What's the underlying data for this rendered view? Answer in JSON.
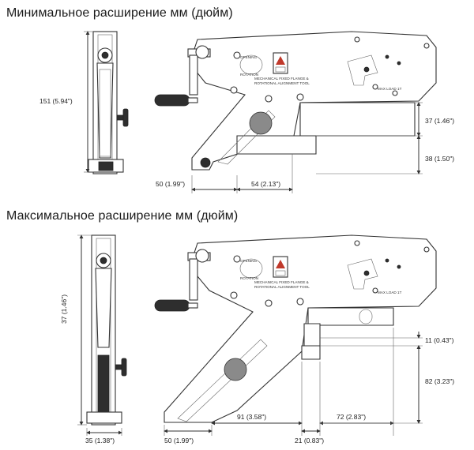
{
  "headings": {
    "minimum": "Минимальное расширение мм (дюйм)",
    "maximum": "Максимальное расширение мм (дюйм)"
  },
  "tool_label": {
    "line1": "MECHANICAL FIXED FLANGE &",
    "line2": "ROTATIONAL ALIGNMENT TOOL",
    "max_load": "MAX LOAD 1T"
  },
  "rotation_arrows": {
    "opening": "OPENING",
    "rotation": "ROTATION"
  },
  "top_view": {
    "height": "151 (5.94\")",
    "upper_jaw": "37 (1.46\")",
    "lower_jaw": "38 (1.50\")",
    "base_left": "50 (1.99\")",
    "base_right": "54 (2.13\")"
  },
  "bottom_view": {
    "height": "37 (1.46\")",
    "side_width": "35 (1.38\")",
    "jaw_gap": "11 (0.43\")",
    "jaw_opening": "82 (3.23\")",
    "base_left": "50 (1.99\")",
    "base_mid": "91 (3.58\")",
    "step": "21 (0.83\")",
    "base_right": "72 (2.83\")"
  },
  "colors": {
    "line": "#333333",
    "fill": "#ffffff",
    "dark_part": "#2e2e2e",
    "warning": "#c0392b"
  }
}
